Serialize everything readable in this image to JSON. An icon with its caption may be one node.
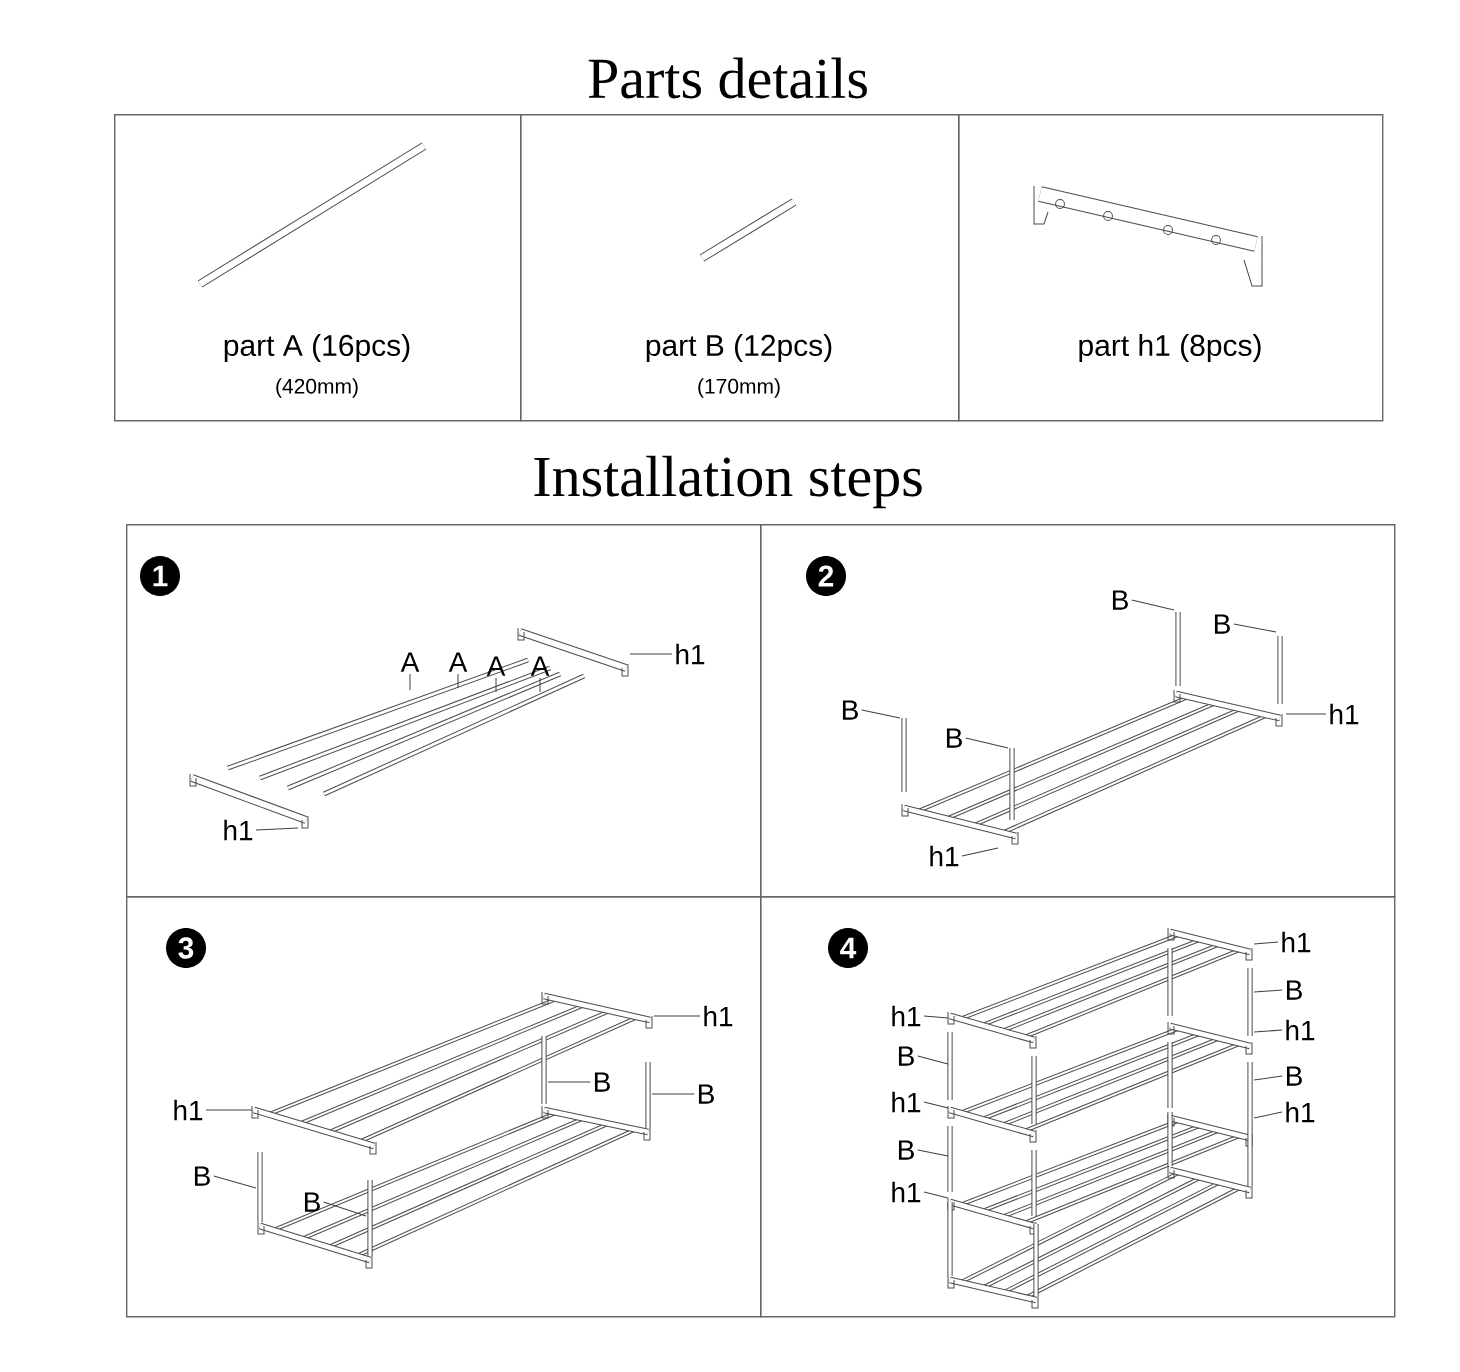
{
  "diagram": {
    "title": "Parts details",
    "nodes": [
      {
        "text": [
          "part A (16pcs)",
          "(420mm)"
        ]
      },
      {
        "text": [
          "part B (12pcs)",
          "(170mm)"
        ]
      },
      {
        "text": [
          "part h1 (8pcs)"
        ]
      },
      {
        "text": [
          "1"
        ]
      },
      {
        "text": [
          "2"
        ]
      },
      {
        "text": [
          "3"
        ]
      },
      {
        "text": [
          "4"
        ]
      },
      {
        "text": [
          "h1"
        ],
        "in": 3
      },
      {
        "text": [
          "A"
        ],
        "in": 35
      },
      {
        "text": [
          "A"
        ],
        "in": 35
      },
      {
        "text": [
          "A"
        ],
        "in": 35
      },
      {
        "text": [
          "A"
        ],
        "in": 35
      },
      {
        "text": [
          "h1"
        ],
        "in": 3
      },
      {
        "text": [
          "B"
        ],
        "in": 4
      },
      {
        "text": [
          "B"
        ],
        "in": 36
      },
      {
        "text": [
          "B"
        ],
        "in": 4
      },
      {
        "text": [
          "h1"
        ],
        "in": 4
      },
      {
        "text": [
          "B"
        ],
        "in": 36
      },
      {
        "text": [
          "h1"
        ],
        "in": 4
      },
      {
        "text": [
          "h1"
        ],
        "in": 5
      },
      {
        "text": [
          "B"
        ],
        "in": 37
      },
      {
        "text": [
          "B"
        ],
        "in": 5
      },
      {
        "text": [
          "h1"
        ],
        "in": 5
      },
      {
        "text": [
          "B"
        ],
        "in": 5
      },
      {
        "text": [
          "B"
        ],
        "in": 37
      },
      {
        "text": [
          "h1"
        ],
        "in": 6
      },
      {
        "text": [
          "h1"
        ],
        "in": 6
      },
      {
        "text": [
          "B"
        ],
        "in": 6
      },
      {
        "text": [
          "h1"
        ],
        "in": 6
      },
      {
        "text": [
          "B"
        ],
        "in": 6
      },
      {
        "text": [
          "B"
        ],
        "in": 6
      },
      {
        "text": [
          "h1"
        ],
        "in": 6
      },
      {
        "text": [
          "h1"
        ],
        "in": 6
      },
      {
        "text": [
          "B"
        ],
        "in": 6
      },
      {
        "text": [
          "h1"
        ],
        "in": 6
      },
      {
        "text": [],
        "shape": "picture",
        "in": 3
      },
      {
        "text": [],
        "shape": "picture",
        "in": 4
      },
      {
        "text": [],
        "shape": "picture",
        "in": 5
      },
      {
        "text": [],
        "shape": "picture",
        "in": 6
      }
    ],
    "edges": [
      {
        "from": 7,
        "to": 35,
        "arrow": "none"
      },
      {
        "from": 8,
        "to": 35,
        "arrow": "none"
      },
      {
        "from": 9,
        "to": 35,
        "arrow": "none"
      },
      {
        "from": 10,
        "to": 35,
        "arrow": "none"
      },
      {
        "from": 11,
        "to": 35,
        "arrow": "none"
      },
      {
        "from": 12,
        "to": 35,
        "arrow": "none"
      },
      {
        "from": 13,
        "to": 36,
        "arrow": "none"
      },
      {
        "from": 14,
        "to": 36,
        "arrow": "none"
      },
      {
        "from": 15,
        "to": 36,
        "arrow": "none"
      },
      {
        "from": 16,
        "to": 36,
        "arrow": "none"
      },
      {
        "from": 17,
        "to": 36,
        "arrow": "none"
      },
      {
        "from": 18,
        "to": 36,
        "arrow": "none"
      },
      {
        "from": 19,
        "to": 37,
        "arrow": "none"
      },
      {
        "from": 20,
        "to": 37,
        "arrow": "none"
      },
      {
        "from": 21,
        "to": 37,
        "arrow": "none"
      },
      {
        "from": 22,
        "to": 37,
        "arrow": "none"
      },
      {
        "from": 23,
        "to": 37,
        "arrow": "none"
      },
      {
        "from": 24,
        "to": 37,
        "arrow": "none"
      },
      {
        "from": 25,
        "to": 38,
        "arrow": "none"
      },
      {
        "from": 26,
        "to": 38,
        "arrow": "none"
      },
      {
        "from": 27,
        "to": 38,
        "arrow": "none"
      },
      {
        "from": 28,
        "to": 38,
        "arrow": "none"
      },
      {
        "from": 29,
        "to": 38,
        "arrow": "none"
      },
      {
        "from": 30,
        "to": 38,
        "arrow": "none"
      },
      {
        "from": 31,
        "to": 38,
        "arrow": "none"
      },
      {
        "from": 32,
        "to": 38,
        "arrow": "none"
      },
      {
        "from": 33,
        "to": 38,
        "arrow": "none"
      },
      {
        "from": 34,
        "to": 38,
        "arrow": "none"
      }
    ],
    "labels": [
      "Installation steps"
    ]
  }
}
